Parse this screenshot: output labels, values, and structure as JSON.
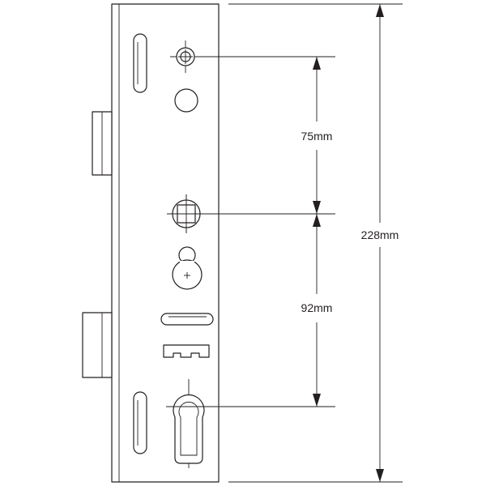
{
  "dimensions": {
    "spindle_to_top_hole": "75mm",
    "spindle_to_cylinder": "92mm",
    "overall_height": "228mm"
  }
}
